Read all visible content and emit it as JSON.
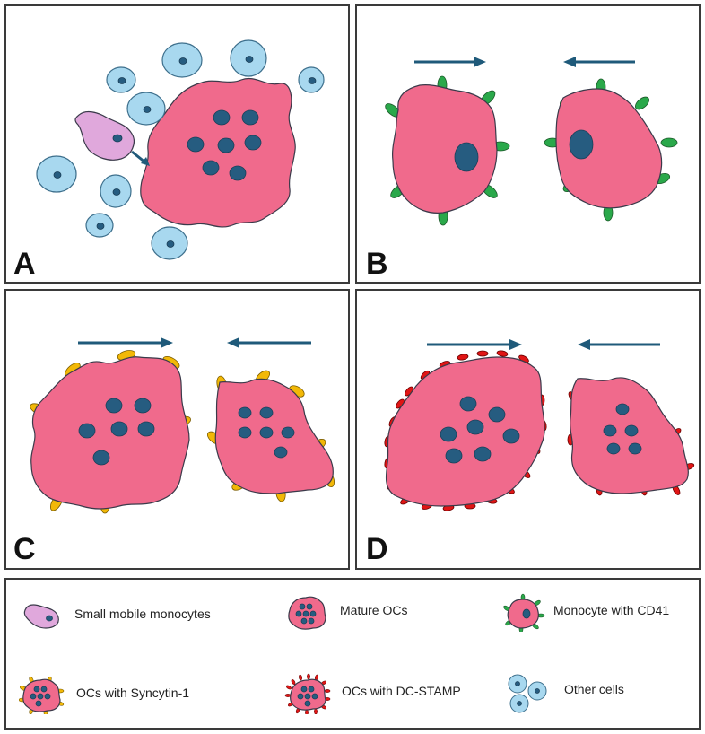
{
  "colors": {
    "oc_fill": "#f06a8c",
    "outline": "#3a3a4a",
    "nucleus": "#265c80",
    "other_cell_fill": "#a8d8ef",
    "other_cell_outline": "#3d6f8c",
    "monocyte_fill": "#e0a8dc",
    "cd41_green": "#2aa84a",
    "syncytin_yellow": "#f2b807",
    "dcstamp_red": "#e01515",
    "arrow": "#1f5a7a"
  },
  "panels": [
    {
      "id": "A",
      "label": "A"
    },
    {
      "id": "B",
      "label": "B"
    },
    {
      "id": "C",
      "label": "C"
    },
    {
      "id": "D",
      "label": "D"
    }
  ],
  "legend": {
    "items": [
      {
        "key": "monocyte",
        "label": "Small mobile monocytes",
        "icon": "small-mobile-monocyte-icon"
      },
      {
        "key": "mature",
        "label": "Mature OCs",
        "icon": "mature-oc-icon"
      },
      {
        "key": "cd41",
        "label": "Monocyte with CD41",
        "icon": "monocyte-cd41-icon"
      },
      {
        "key": "syncytin",
        "label": "OCs with Syncytin-1",
        "icon": "oc-syncytin-icon"
      },
      {
        "key": "dcstamp",
        "label": "OCs with DC-STAMP",
        "icon": "oc-dcstamp-icon"
      },
      {
        "key": "other",
        "label": "Other cells",
        "icon": "other-cells-icon"
      }
    ]
  }
}
